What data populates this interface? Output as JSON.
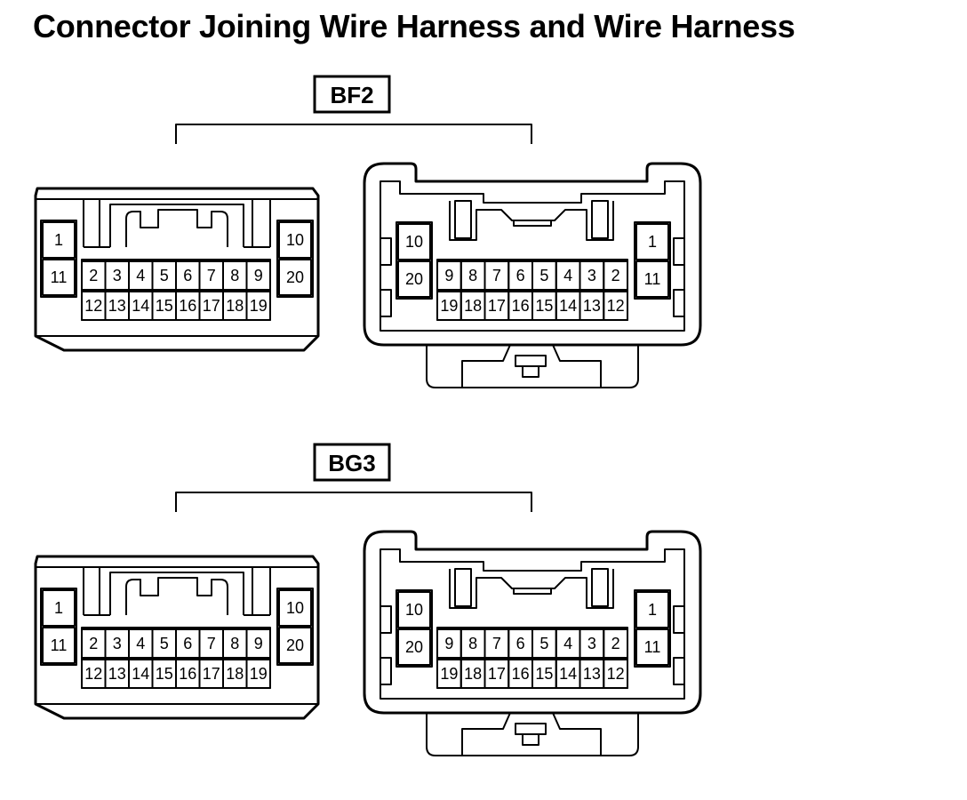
{
  "title": "Connector Joining Wire Harness and Wire Harness",
  "connectors": [
    {
      "id": "BF2",
      "female": {
        "left": [
          "1",
          "11"
        ],
        "right": [
          "10",
          "20"
        ],
        "top_row": [
          "2",
          "3",
          "4",
          "5",
          "6",
          "7",
          "8",
          "9"
        ],
        "bottom_row": [
          "12",
          "13",
          "14",
          "15",
          "16",
          "17",
          "18",
          "19"
        ]
      },
      "male": {
        "left": [
          "10",
          "20"
        ],
        "right": [
          "1",
          "11"
        ],
        "top_row": [
          "9",
          "8",
          "7",
          "6",
          "5",
          "4",
          "3",
          "2"
        ],
        "bottom_row": [
          "19",
          "18",
          "17",
          "16",
          "15",
          "14",
          "13",
          "12"
        ]
      }
    },
    {
      "id": "BG3",
      "female": {
        "left": [
          "1",
          "11"
        ],
        "right": [
          "10",
          "20"
        ],
        "top_row": [
          "2",
          "3",
          "4",
          "5",
          "6",
          "7",
          "8",
          "9"
        ],
        "bottom_row": [
          "12",
          "13",
          "14",
          "15",
          "16",
          "17",
          "18",
          "19"
        ]
      },
      "male": {
        "left": [
          "10",
          "20"
        ],
        "right": [
          "1",
          "11"
        ],
        "top_row": [
          "9",
          "8",
          "7",
          "6",
          "5",
          "4",
          "3",
          "2"
        ],
        "bottom_row": [
          "19",
          "18",
          "17",
          "16",
          "15",
          "14",
          "13",
          "12"
        ]
      }
    }
  ]
}
